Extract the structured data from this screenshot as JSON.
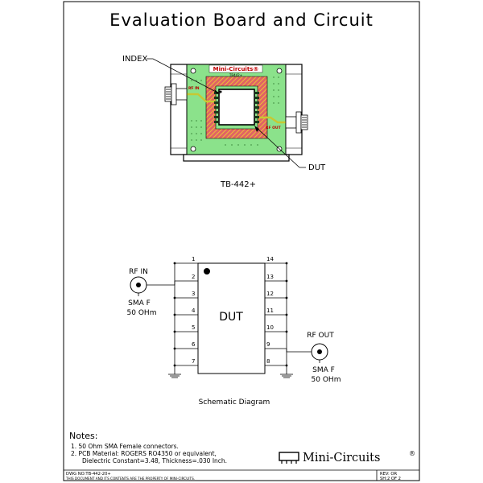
{
  "title": "Evaluation Board and Circuit",
  "board": {
    "index_label": "INDEX",
    "dut_label": "DUT",
    "caption": "TB-442+",
    "silk_logo": "Mini-Circuits®",
    "silk_part": "TB442+",
    "silk_rf_in": "RF IN",
    "silk_rf_out": "RF OUT",
    "colors": {
      "board": "#8be28b",
      "trace": "#e06464",
      "solder": "#f2d22e"
    }
  },
  "schematic": {
    "caption": "Schematic Diagram",
    "dut_text": "DUT",
    "rf_in": {
      "label": "RF IN",
      "type": "SMA F",
      "impedance": "50 OHm"
    },
    "rf_out": {
      "label": "RF OUT",
      "type": "SMA F",
      "impedance": "50 OHm"
    },
    "left_pins": [
      "1",
      "2",
      "3",
      "4",
      "5",
      "6",
      "7"
    ],
    "right_pins": [
      "14",
      "13",
      "12",
      "11",
      "10",
      "9",
      "8"
    ]
  },
  "notes": {
    "heading": "Notes:",
    "items": [
      "1. 50 Ohm SMA Female connectors.",
      "2. PCB Material: ROGERS RO4350 or equivalent,",
      "Dielectric Constant=3.48, Thickness=.030 Inch."
    ]
  },
  "logo": {
    "name": "Mini-Circuits",
    "mark": "®"
  },
  "footer": {
    "dwg_no": "DWG NO:TB-442-20+",
    "disclaimer": "THIS DOCUMENT AND ITS CONTENTS ARE THE PROPERTY OF MINI-CIRCUITS.",
    "rev": "REV: OR",
    "sheet": "SH:2 OF 2"
  }
}
